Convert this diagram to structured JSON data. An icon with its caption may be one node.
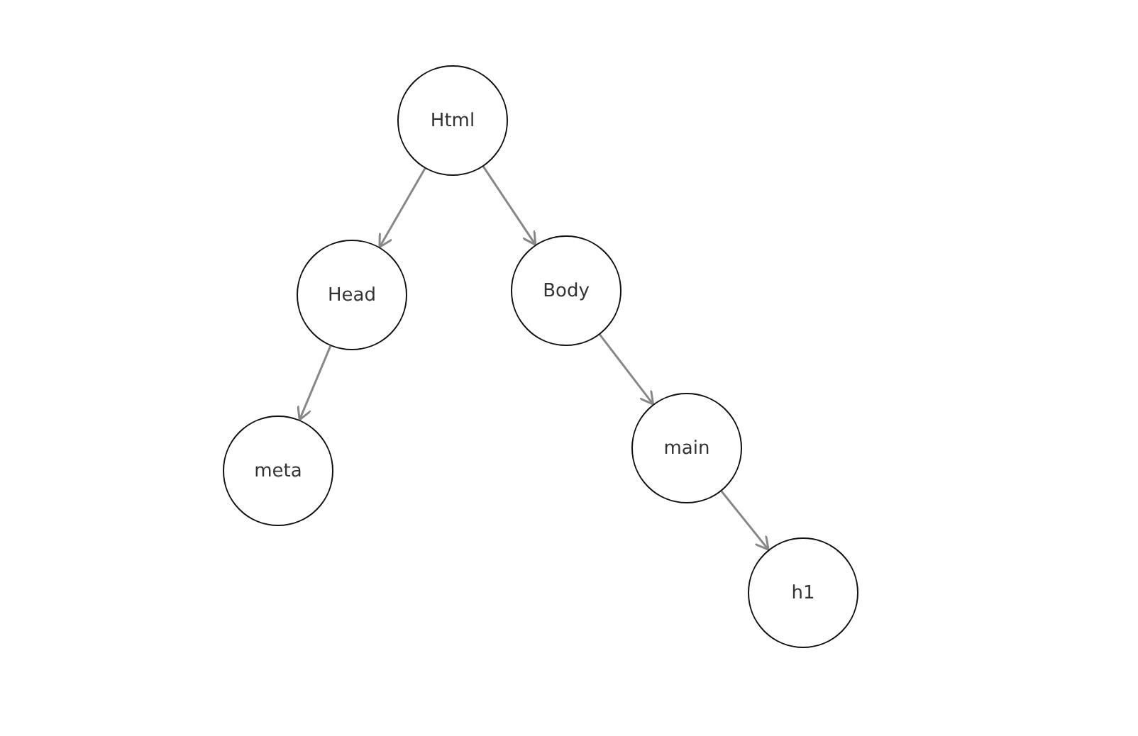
{
  "diagram": {
    "nodes": [
      {
        "text": [
          "Html"
        ]
      },
      {
        "text": [
          "Head"
        ]
      },
      {
        "text": [
          "Body"
        ]
      },
      {
        "text": [
          "meta"
        ]
      },
      {
        "text": [
          "main"
        ]
      },
      {
        "text": [
          "h1"
        ]
      }
    ],
    "edges": [
      {
        "from": 0,
        "to": 1,
        "arrow": "to"
      },
      {
        "from": 0,
        "to": 2,
        "arrow": "to"
      },
      {
        "from": 1,
        "to": 3,
        "arrow": "to"
      },
      {
        "from": 2,
        "to": 4,
        "arrow": "to"
      },
      {
        "from": 4,
        "to": 5,
        "arrow": "to"
      }
    ]
  }
}
